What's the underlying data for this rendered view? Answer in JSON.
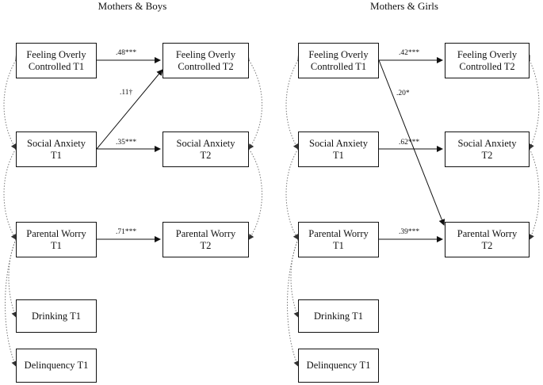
{
  "panels": [
    {
      "title": "Mothers & Boys",
      "boxes": {
        "foc1": "Feeling Overly\nControlled T1",
        "foc2": "Feeling Overly\nControlled T2",
        "sa1": "Social Anxiety\nT1",
        "sa2": "Social Anxiety\nT2",
        "pw1": "Parental Worry\nT1",
        "pw2": "Parental Worry\nT2",
        "drink": "Drinking T1",
        "delinq": "Delinquency T1"
      },
      "coefficients": {
        "foc": ".48***",
        "cross": ".11†",
        "sa": ".35***",
        "pw": ".71***"
      }
    },
    {
      "title": "Mothers & Girls",
      "boxes": {
        "foc1": "Feeling Overly\nControlled T1",
        "foc2": "Feeling Overly\nControlled T2",
        "sa1": "Social Anxiety\nT1",
        "sa2": "Social Anxiety\nT2",
        "pw1": "Parental Worry\nT1",
        "pw2": "Parental Worry\nT2",
        "drink": "Drinking T1",
        "delinq": "Delinquency T1"
      },
      "coefficients": {
        "foc": ".42***",
        "cross": ".20*",
        "sa": ".62***",
        "pw": ".39***"
      }
    }
  ]
}
